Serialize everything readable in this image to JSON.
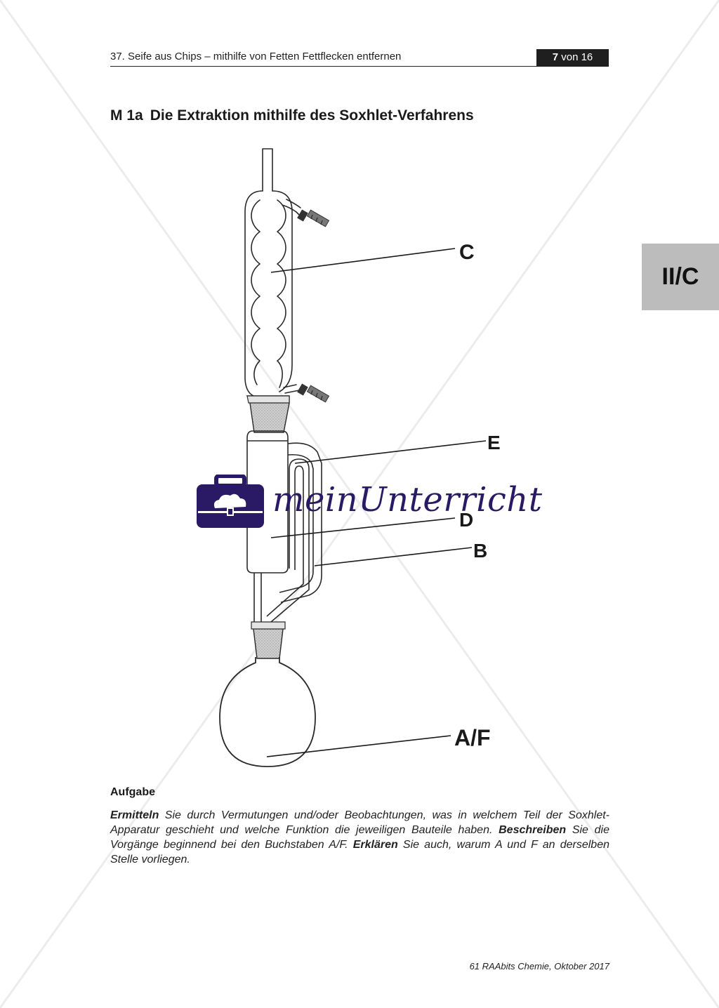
{
  "header": {
    "title": "37. Seife aus Chips – mithilfe von Fetten Fettflecken entfernen",
    "page_number": "7",
    "page_suffix": " von 16"
  },
  "heading": {
    "code": "M 1a",
    "title": "Die Extraktion mithilfe des Soxhlet-Verfahrens"
  },
  "side_tab": "II/C",
  "diagram": {
    "labels": {
      "c": "C",
      "e": "E",
      "d": "D",
      "b": "B",
      "af": "A/F"
    }
  },
  "task": {
    "heading": "Aufgabe",
    "verb_1": "Ermitteln",
    "text_1": " Sie durch Vermutungen und/oder Beobachtungen, was in welchem Teil der Soxhlet-Apparatur geschieht und welche Funktion die jeweiligen Bauteile haben. ",
    "verb_2": "Beschreiben",
    "text_2": " Sie die Vorgänge beginnend bei den Buchstaben A/F. ",
    "verb_3": "Erklären",
    "text_3": " Sie auch, warum A und F an derselben Stelle vorliegen."
  },
  "footer": "61 RAAbits Chemie, Oktober 2017",
  "watermark": {
    "text": "meinUnterricht",
    "brand_color": "#2a1a66"
  }
}
